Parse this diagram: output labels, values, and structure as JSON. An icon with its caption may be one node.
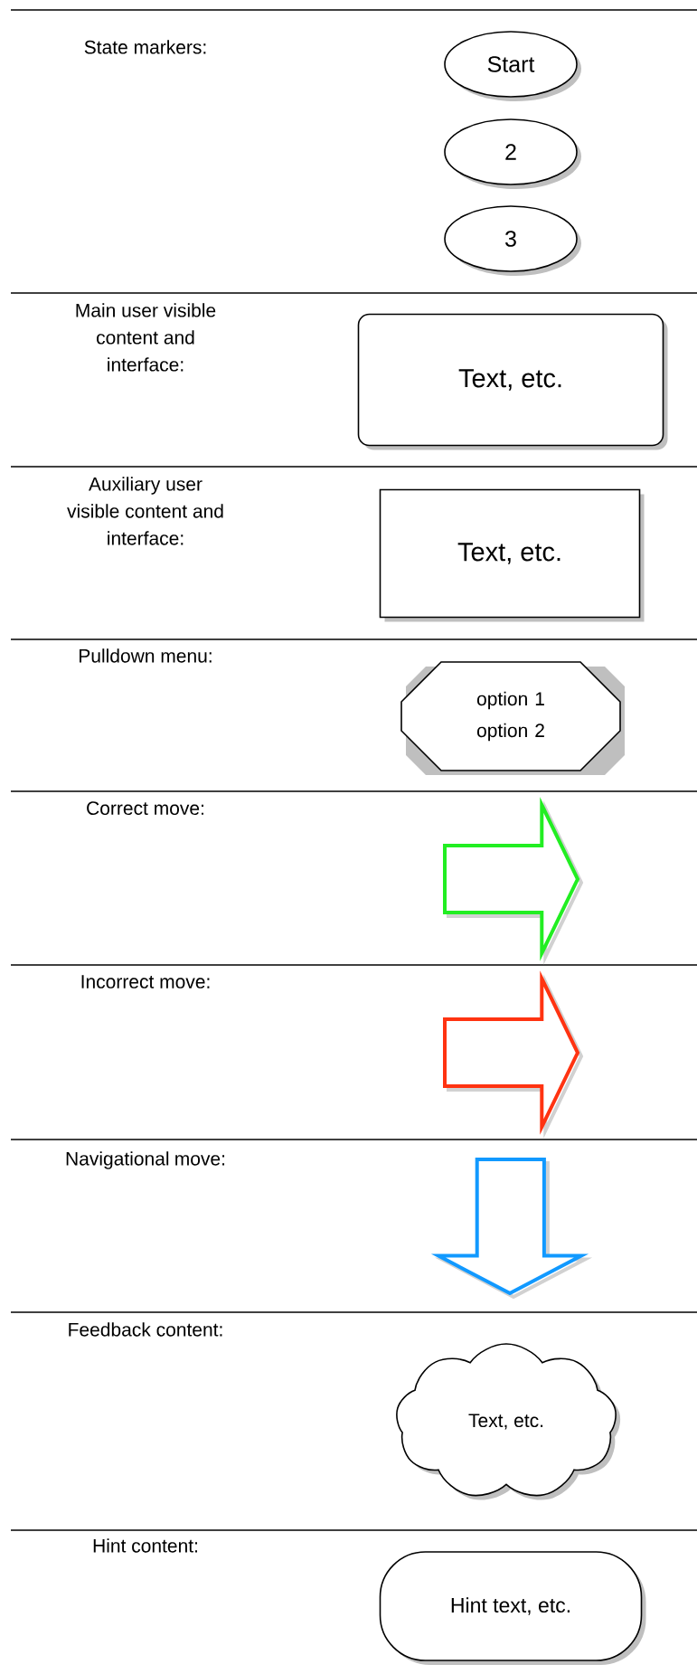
{
  "diagram": {
    "nodes": [
      {
        "text": [
          "Start"
        ]
      },
      {
        "text": [
          "2"
        ]
      },
      {
        "text": [
          "3"
        ]
      },
      {
        "text": [
          "Text, etc."
        ]
      },
      {
        "text": [
          "Text, etc."
        ]
      },
      {
        "text": [
          "option 1 option 2"
        ]
      },
      {
        "text": [
          "Text, etc."
        ]
      },
      {
        "text": [
          "Hint text, etc."
        ]
      }
    ],
    "labels": [
      "State markers:",
      "Main user visible content and interface:",
      "Auxiliary user visible content and interface:",
      "Pulldown menu:",
      "Correct move:",
      "Incorrect move:",
      "Navigational move:",
      "Feedback content:",
      "Hint content:"
    ]
  }
}
